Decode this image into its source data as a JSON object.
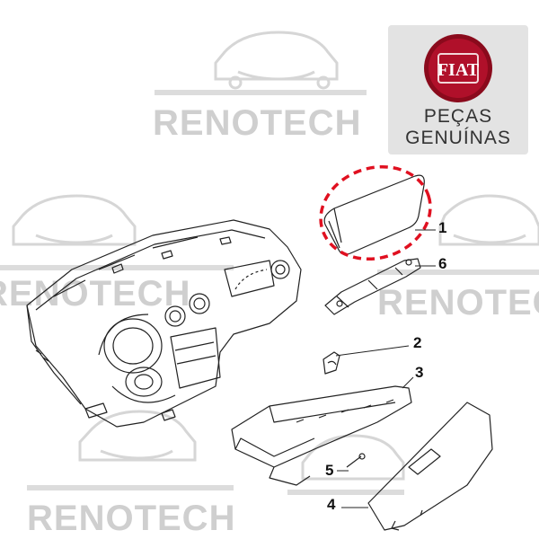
{
  "watermark": {
    "text": "RENOTECH",
    "color": "#cfcfcf"
  },
  "brand_badge": {
    "logo_text": "FIAT",
    "line1": "PEÇAS",
    "line2": "GENUÍNAS",
    "logo_color": "#b0102a",
    "background": "#e3e3e3"
  },
  "callouts": [
    "1",
    "6",
    "2",
    "3",
    "5",
    "4"
  ],
  "highlight_color": "#e01020"
}
